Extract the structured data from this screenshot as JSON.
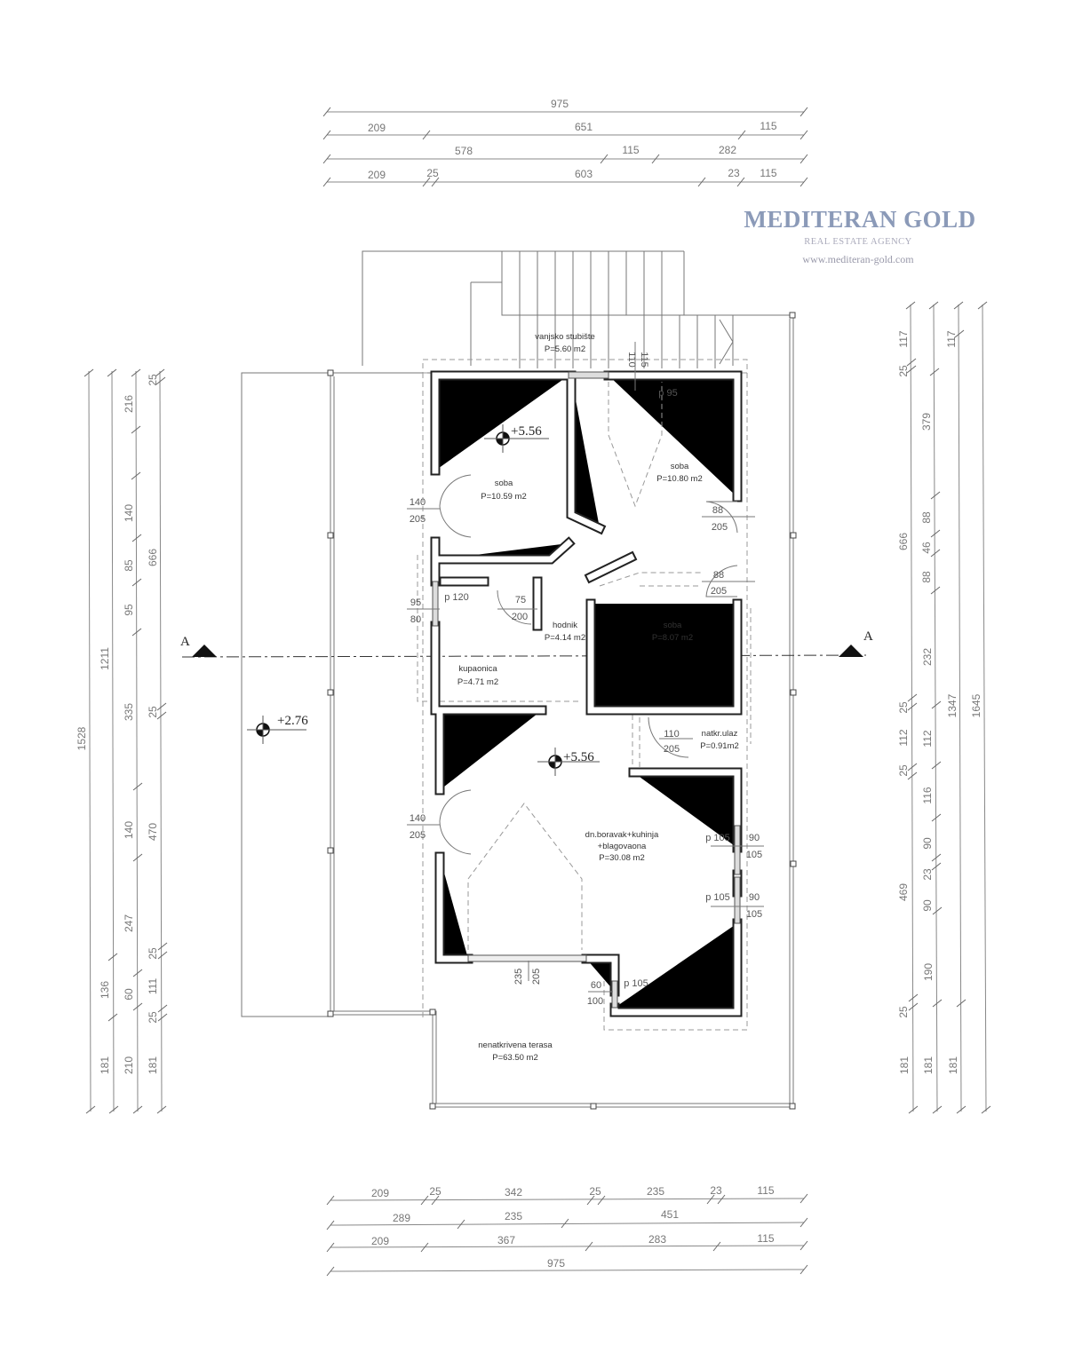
{
  "logo": {
    "name": "MEDITERAN GOLD",
    "tagline": "REAL ESTATE AGENCY",
    "url": "www.mediteran-gold.com"
  },
  "section_marker": "A",
  "levels": [
    "+5.56",
    "+2.76",
    "+5.56"
  ],
  "dims": {
    "top": [
      [
        "975"
      ],
      [
        "209",
        "651",
        "115"
      ],
      [
        "578",
        "115",
        "282"
      ],
      [
        "209",
        "25",
        "603",
        "23",
        "115"
      ]
    ],
    "bottom": [
      [
        "209",
        "25",
        "342",
        "25",
        "235",
        "23",
        "115"
      ],
      [
        "289",
        "235",
        "451"
      ],
      [
        "209",
        "367",
        "283",
        "115"
      ],
      [
        "975"
      ]
    ],
    "left": [
      [
        "1528"
      ],
      [
        "1211",
        "136",
        "181"
      ],
      [
        "216",
        "140",
        "85",
        "95",
        "335",
        "140",
        "247",
        "60",
        "210"
      ],
      [
        "25",
        "666",
        "25",
        "470",
        "25",
        "111",
        "25",
        "181"
      ]
    ],
    "right": [
      [
        "117",
        "25",
        "666",
        "25",
        "112",
        "25",
        "469",
        "25",
        "181"
      ],
      [
        "379",
        "88",
        "46",
        "88",
        "232",
        "112",
        "116",
        "90",
        "23",
        "90",
        "190",
        "181"
      ],
      [
        "117",
        "1347",
        "181"
      ],
      [
        "1645"
      ]
    ]
  },
  "rooms": [
    {
      "name": [
        "vanjsko stubište"
      ],
      "area": "P=5.60 m2"
    },
    {
      "name": [
        "soba"
      ],
      "area": "P=10.59 m2"
    },
    {
      "name": [
        "soba"
      ],
      "area": "P=10.80 m2"
    },
    {
      "name": [
        "hodnik"
      ],
      "area": "P=4.14 m2"
    },
    {
      "name": [
        "soba"
      ],
      "area": "P=8.07 m2"
    },
    {
      "name": [
        "kupaonica"
      ],
      "area": "P=4.71 m2"
    },
    {
      "name": [
        "natkr.ulaz"
      ],
      "area": "P=0.91m2"
    },
    {
      "name": [
        "dn.boravak+kuhinja",
        "+blagovaona"
      ],
      "area": "P=30.08 m2"
    },
    {
      "name": [
        "nenatkrivena terasa"
      ],
      "area": "P=63.50 m2"
    }
  ],
  "openings": [
    "140",
    "205",
    "95",
    "80",
    "p 120",
    "75",
    "200",
    "110",
    "115",
    "p 95",
    "88",
    "205",
    "88",
    "205",
    "110",
    "205",
    "140",
    "205",
    "p 105",
    "90",
    "105",
    "p 105",
    "90",
    "105",
    "235",
    "205",
    "60",
    "100",
    "p 105"
  ]
}
